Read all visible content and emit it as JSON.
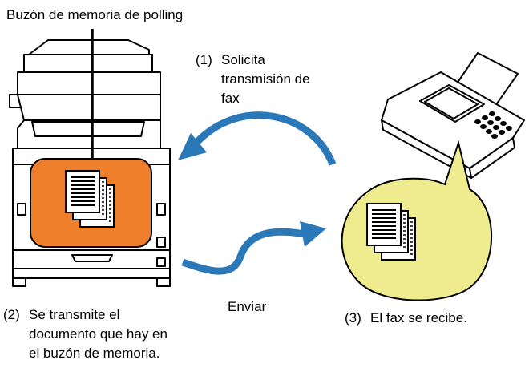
{
  "title": "Buzón de memoria de polling",
  "step1": {
    "number": "(1)",
    "lines": [
      "Solicita",
      "transmisión de",
      "fax"
    ]
  },
  "step2": {
    "number": "(2)",
    "lines": [
      "Se transmite el",
      "documento que hay en",
      "el buzón de memoria."
    ]
  },
  "step3": {
    "number": "(3)",
    "text": "El fax se recibe."
  },
  "send_label": "Enviar",
  "colors": {
    "memory_box": "#f07f2c",
    "bubble": "#efeb8f",
    "arrow": "#2a78b8"
  }
}
